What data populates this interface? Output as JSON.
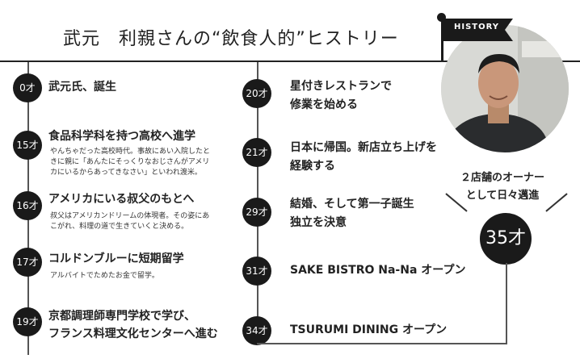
{
  "title": "武元　利親さんの“飲食人的”ヒストリー",
  "flag_label": "HISTORY",
  "left_events": [
    {
      "age": "0才",
      "title": "武元氏、誕生",
      "desc": []
    },
    {
      "age": "15才",
      "title": "食品科学科を持つ高校へ進学",
      "desc": [
        "やんちゃだった高校時代。事故にあい入院したと",
        "きに親に「あんたにそっくりなおじさんがアメリ",
        "カにいるからあってきなさい」といわれ渡米。"
      ]
    },
    {
      "age": "16才",
      "title": "アメリカにいる叔父のもとへ",
      "desc": [
        "叔父はアメリカンドリームの体現者。その姿にあ",
        "こがれ、料理の道で生きていくと決める。"
      ]
    },
    {
      "age": "17才",
      "title": "コルドンブルーに短期留学",
      "desc": [
        "アルバイトでためたお金で留学。"
      ]
    },
    {
      "age": "19才",
      "title": "京都調理師専門学校で学び、",
      "title2": "フランス料理文化センターへ進む",
      "desc": []
    }
  ],
  "mid_events": [
    {
      "age": "20才",
      "line1": "星付きレストランで",
      "line2": "修業を始める"
    },
    {
      "age": "21才",
      "line1": "日本に帰国。新店立ち上げを",
      "line2": "経験する"
    },
    {
      "age": "29才",
      "line1": "結婚、そして第一子誕生",
      "line2": "独立を決意"
    },
    {
      "age": "31才",
      "line1": "SAKE BISTRO Na-Na オープン",
      "line2": ""
    },
    {
      "age": "34才",
      "line1": "TSURUMI DINING オープン",
      "line2": ""
    }
  ],
  "owner": {
    "line1": "２店舗のオーナー",
    "line2": "として日々邁進",
    "age": "35才"
  }
}
